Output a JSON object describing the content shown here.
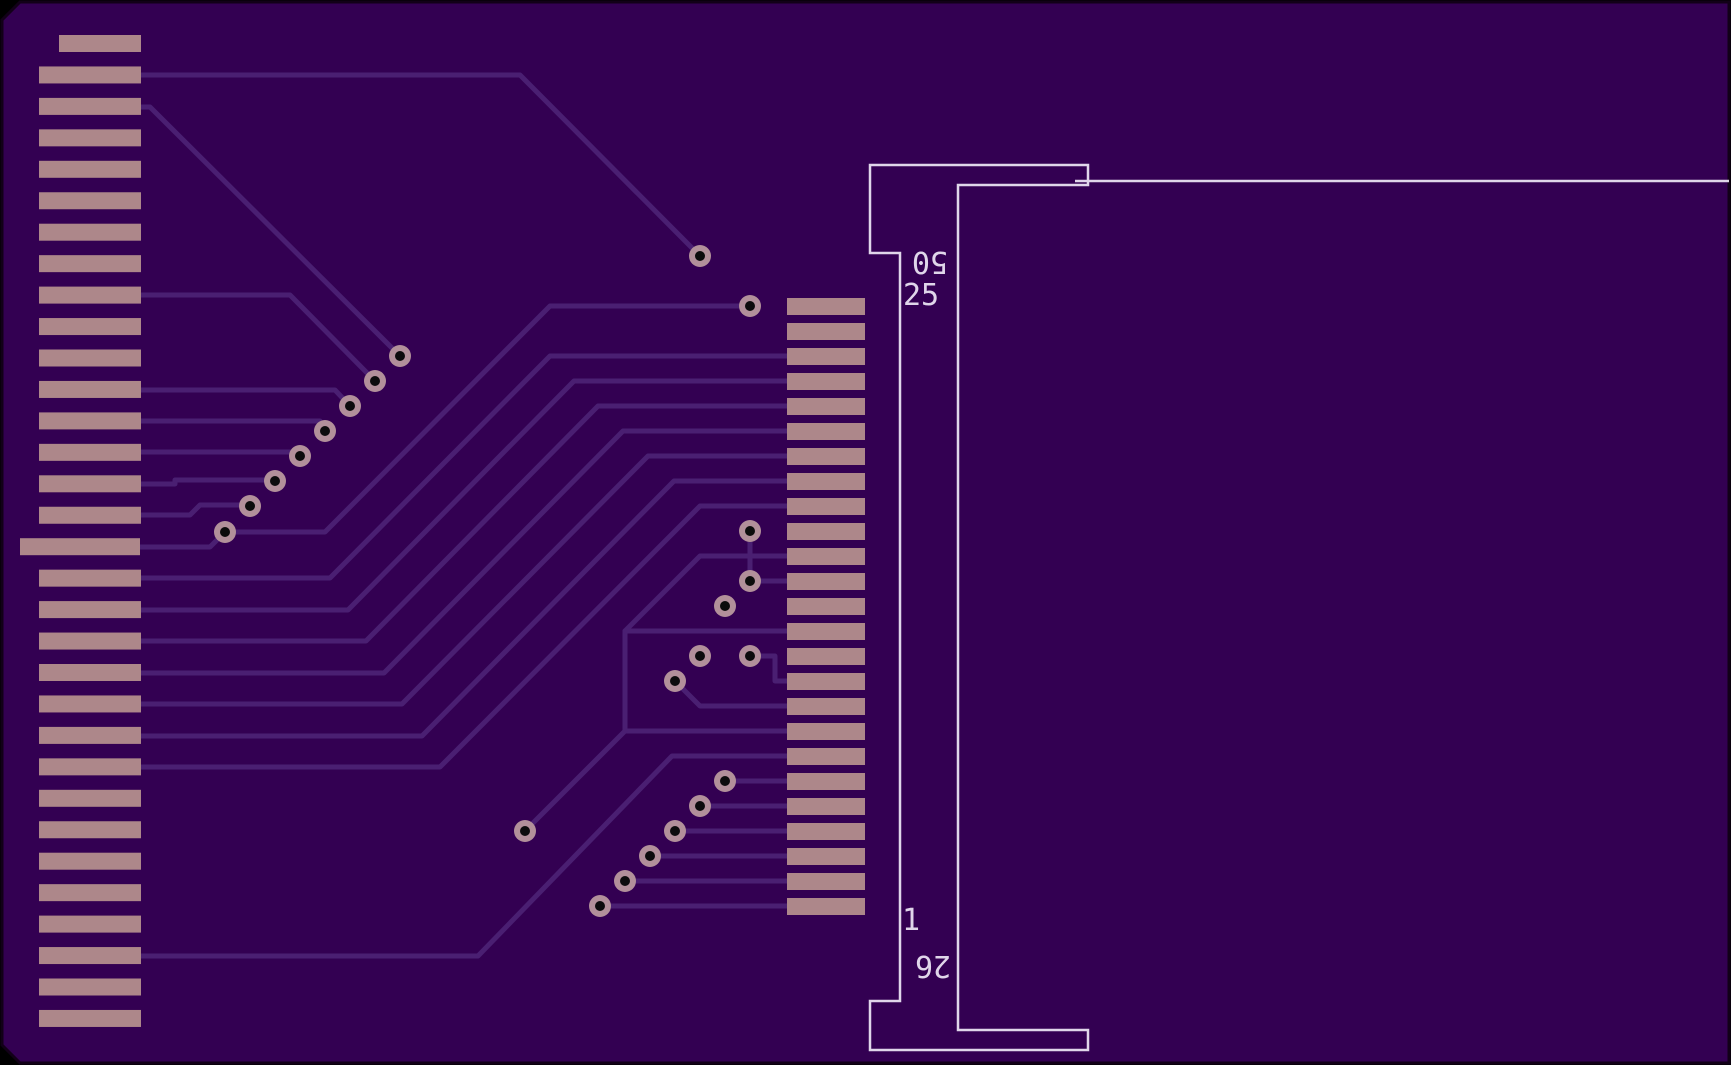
{
  "colors": {
    "board": "#330052",
    "outline": "#120018",
    "trace": "#4a1f72",
    "pad": "#ad878a",
    "via_ring": "#b2909a",
    "via_hole": "#0c0c0c",
    "silk": "#e0d6ea"
  },
  "labels": {
    "top_mirrored": "50",
    "top": "25",
    "bottom_pin": "1",
    "bottom_mirrored": "26"
  },
  "edge_connector": {
    "pad_count": 32
  },
  "fpc_connector": {
    "pad_count": 25
  }
}
